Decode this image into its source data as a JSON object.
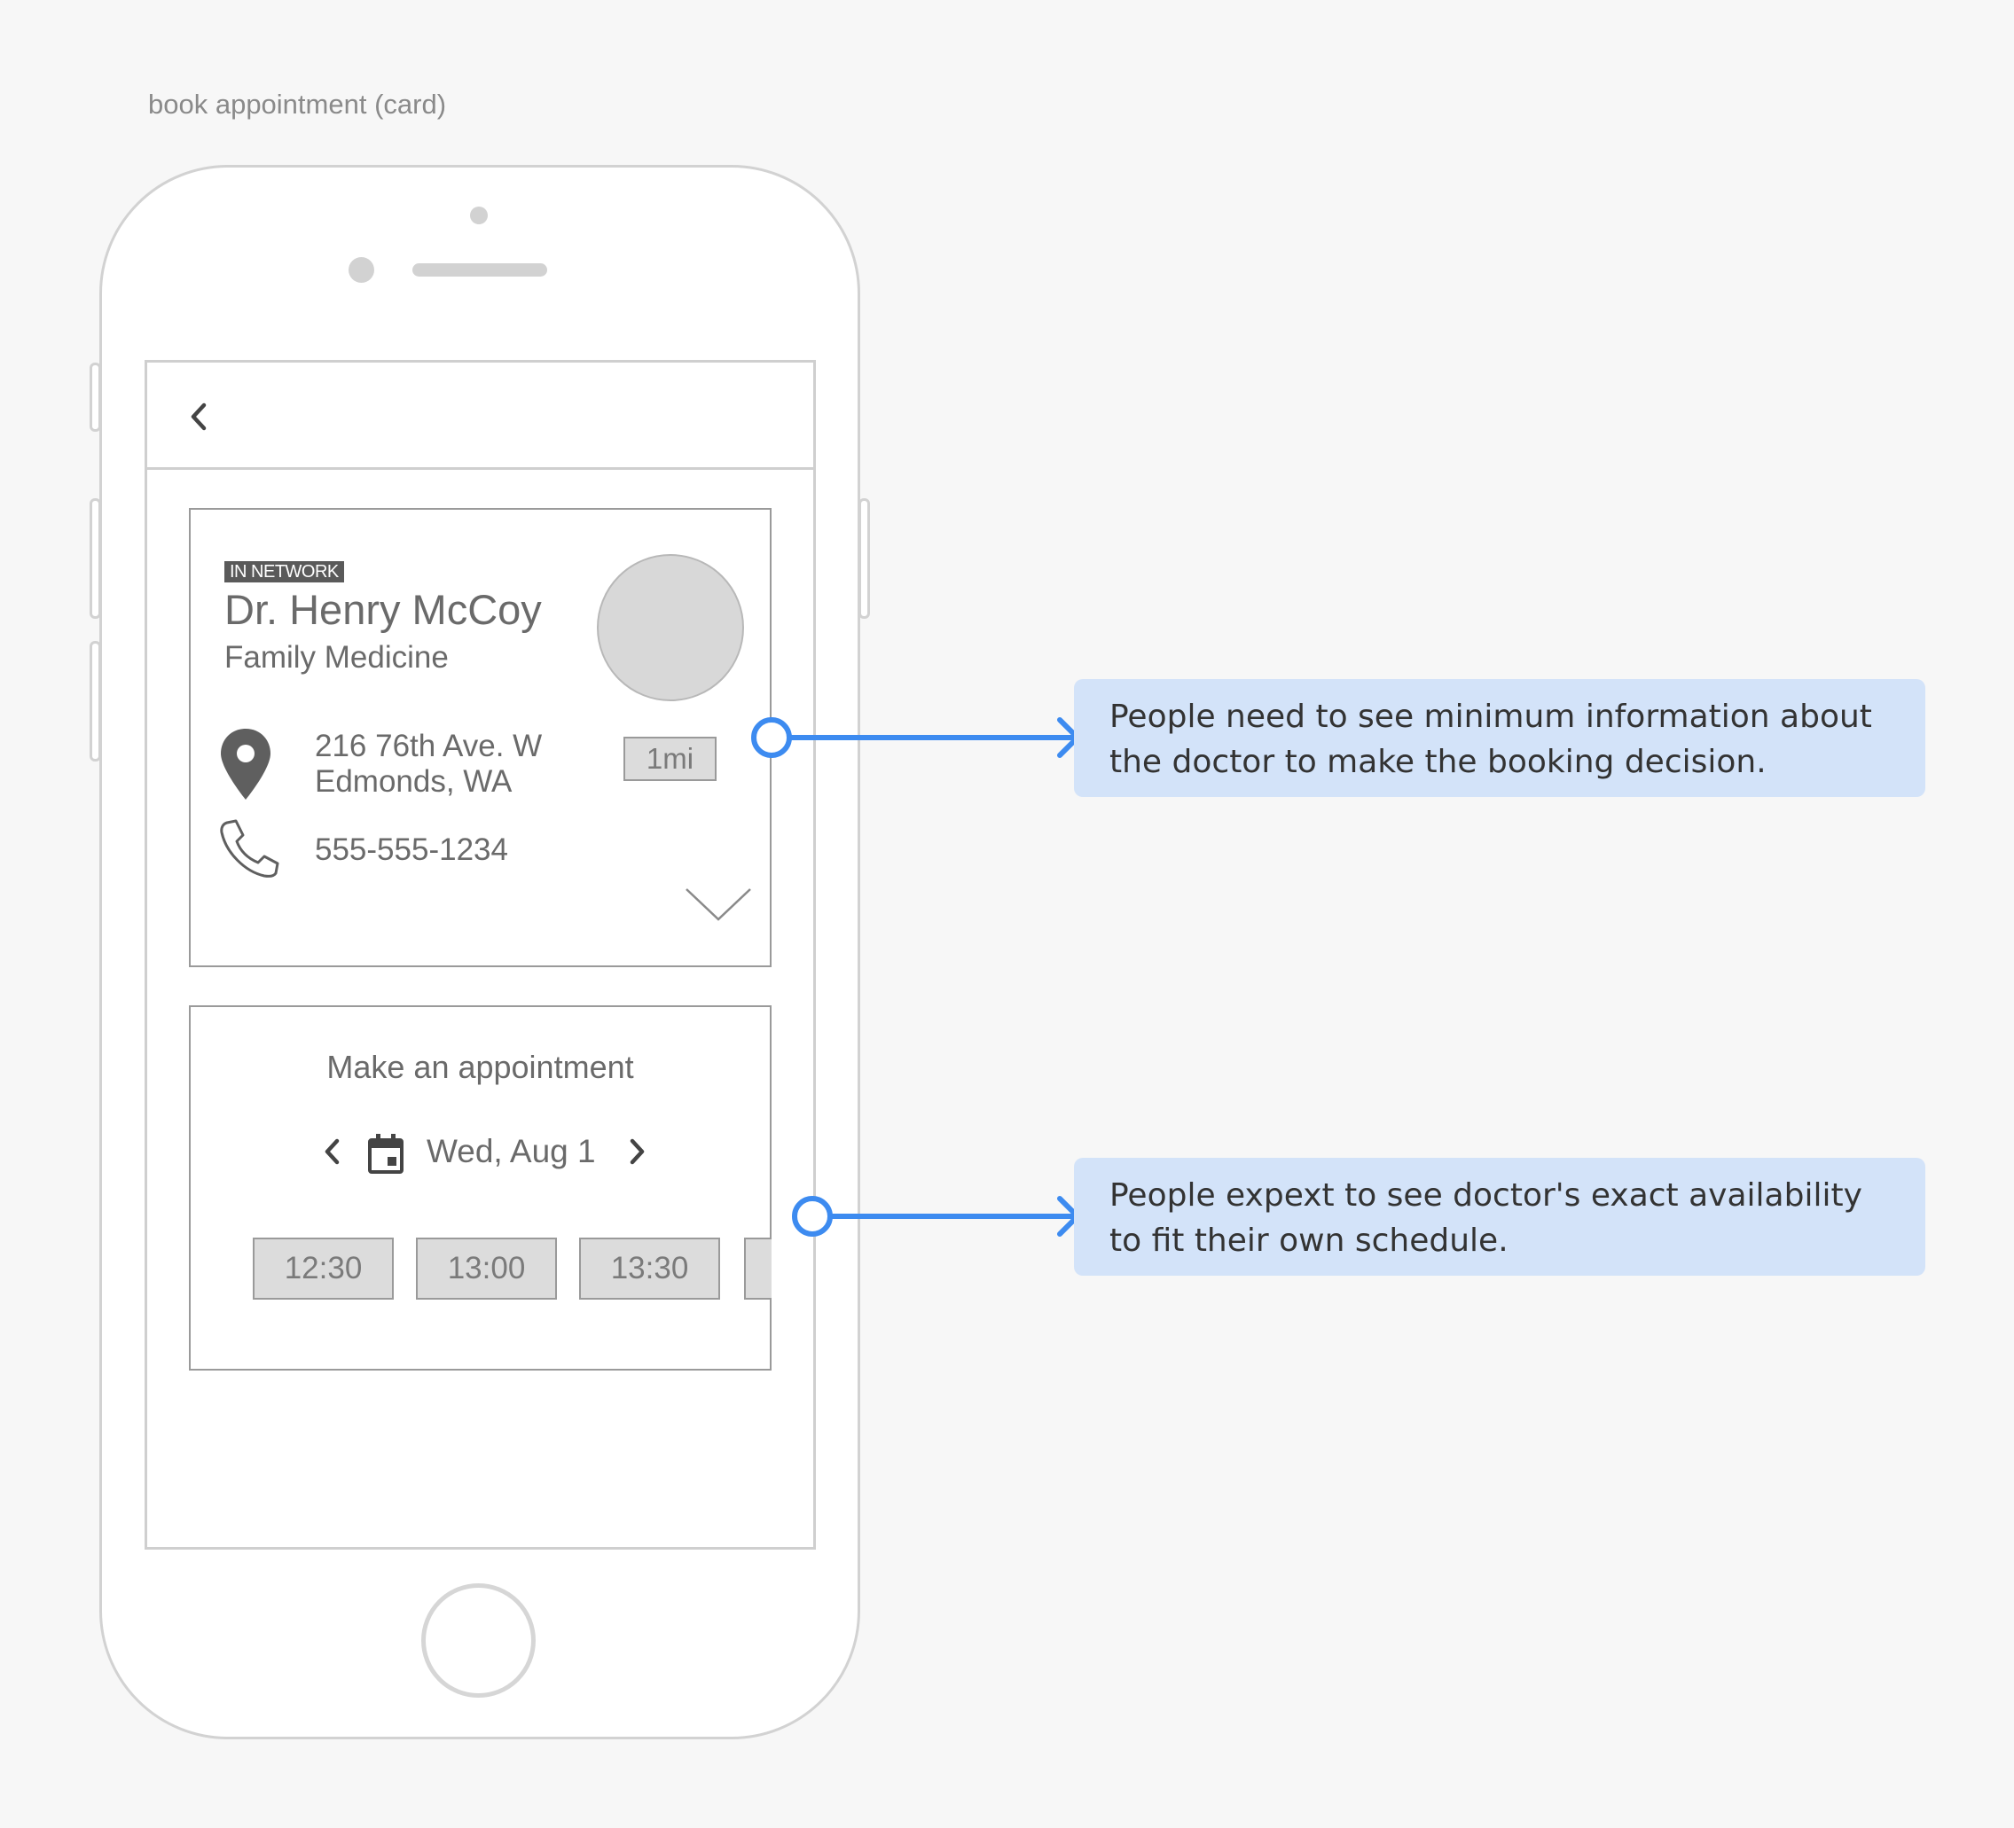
{
  "frame_title": "book appointment (card)",
  "doctor": {
    "badge": "IN NETWORK",
    "name": "Dr. Henry McCoy",
    "specialty": "Family Medicine",
    "address_line1": "216 76th Ave. W",
    "address_line2": "Edmonds, WA",
    "distance": "1mi",
    "phone": "555-555-1234"
  },
  "appointment": {
    "title": "Make an appointment",
    "date": "Wed, Aug 1",
    "slots": [
      "12:30",
      "13:00",
      "13:30"
    ]
  },
  "annotations": [
    {
      "text": "People need to see minimum information about the doctor to make the booking decision."
    },
    {
      "text": "People expext to see doctor's exact availability to fit their own schedule."
    }
  ],
  "colors": {
    "accent": "#3d8bf0",
    "note_bg": "#d3e3f9",
    "wire_gray": "#6a6a6a"
  }
}
